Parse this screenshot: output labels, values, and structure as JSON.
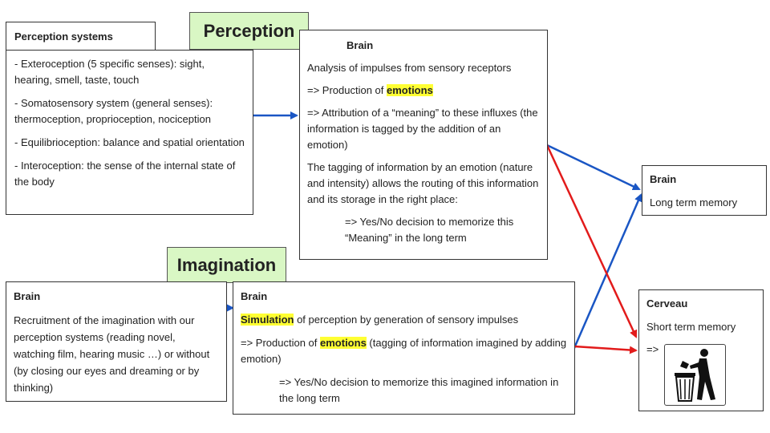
{
  "perception_label": "Perception",
  "imagination_label": "Imagination",
  "perception_systems": {
    "title": "Perception systems",
    "items": [
      "- Exteroception (5 specific senses): sight, hearing, smell, taste, touch",
      "- Somatosensory system (general senses): thermoception, proprioception, nociception",
      "- Equilibrioception: balance and spatial orientation",
      "- Interoception: the sense of the internal state of the body"
    ]
  },
  "brain_perception": {
    "title": "Brain",
    "line1": "Analysis of impulses from sensory receptors",
    "line2_pre": "=> Production of ",
    "line2_hl": "emotions",
    "line3": "=> Attribution of a “meaning” to these influxes (the information is tagged by the addition of an emotion)",
    "line4": "The tagging of information by an emotion (nature and intensity) allows the routing of this information and its storage in the right place:",
    "line5": "=> Yes/No decision to memorize this “Meaning” in the long term"
  },
  "brain_long_term": {
    "title": "Brain",
    "text": "Long term memory"
  },
  "brain_recruitment": {
    "title": "Brain",
    "text": "Recruitment of the imagination with our perception systems (reading novel, watching film, hearing music …) or without (by closing our eyes and dreaming or by thinking)"
  },
  "brain_imagination": {
    "title": "Brain",
    "line1_hl": "Simulation",
    "line1_post": " of perception by generation of sensory impulses",
    "line2_pre": "=> Production of ",
    "line2_hl": "emotions",
    "line2_post": " (tagging of information imagined by adding emotion)",
    "line3": "=> Yes/No decision to memorize this imagined information in the long term"
  },
  "cerveau": {
    "title": "Cerveau",
    "text": "Short term memory",
    "arrow_text": "=>",
    "icon": "trash-bin-icon"
  },
  "colors": {
    "blue_arrow": "#1a56c4",
    "red_arrow": "#e21b1b",
    "highlight": "#ffff33",
    "label_bg": "#d9f7c4"
  }
}
